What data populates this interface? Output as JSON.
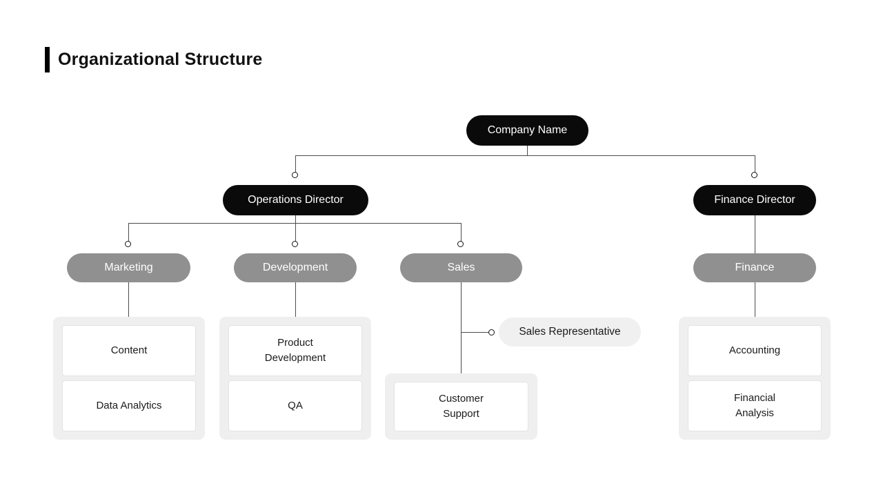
{
  "page": {
    "title": "Organizational Structure"
  },
  "chart": {
    "root": {
      "label": "Company Name"
    },
    "directors": [
      {
        "label": "Operations Director"
      },
      {
        "label": "Finance Director"
      }
    ],
    "departments": [
      {
        "label": "Marketing"
      },
      {
        "label": "Development"
      },
      {
        "label": "Sales"
      },
      {
        "label": "Finance"
      }
    ],
    "attached": {
      "label": "Sales Representative"
    },
    "teams": {
      "marketing": [
        "Content",
        "Data Analytics"
      ],
      "development": [
        "Product Development",
        "QA"
      ],
      "sales": [
        "Customer Support"
      ],
      "finance": [
        "Accounting",
        "Financial Analysis"
      ]
    }
  },
  "colors": {
    "executive_node": "#0a0a0a",
    "department_node": "#909090",
    "attached_node_bg": "#f0f0f0",
    "team_card_bg": "#efefef",
    "connector_line": "#4a4a4a",
    "background": "#ffffff"
  }
}
